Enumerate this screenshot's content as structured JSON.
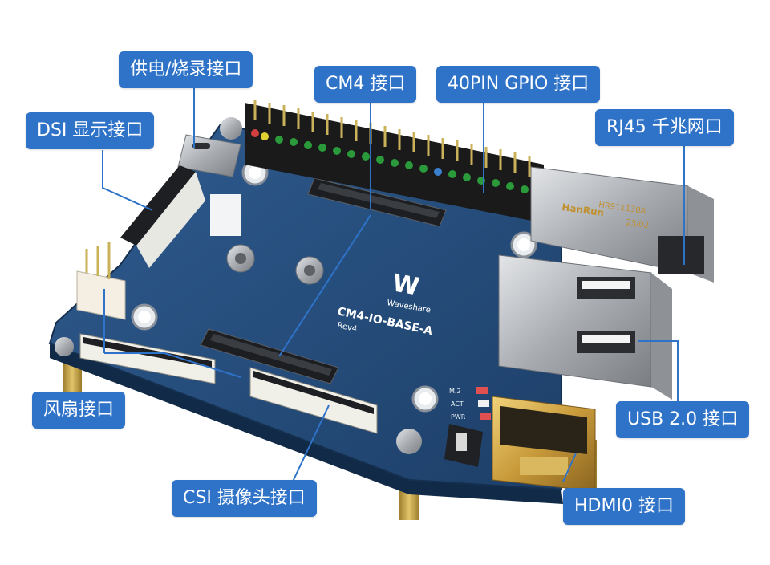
{
  "image": {
    "subject": "Waveshare CM4-IO-BASE-A",
    "board": {
      "logo": "W",
      "logo_sub": "Waveshare",
      "model": "CM4-IO-BASE-A",
      "rev": "Rev4",
      "led_labels": [
        "M.2",
        "ACT",
        "PWR"
      ],
      "rj45_brand": "HanRun",
      "rj45_part": "HR911130A",
      "rj45_date": "23/02"
    },
    "colors": {
      "callout": "#2f73c9",
      "pcb": "#264c7a",
      "pcb_dark": "#173759",
      "gold": "#c8a040",
      "metal": "#b9bcc0"
    }
  },
  "labels": {
    "power": "供电/烧录接口",
    "dsi": "DSI 显示接口",
    "cm4": "CM4 接口",
    "gpio": "40PIN GPIO 接口",
    "rj45": "RJ45 千兆网口",
    "fan": "风扇接口",
    "usb": "USB 2.0 接口",
    "csi": "CSI 摄像头接口",
    "hdmi": "HDMI0 接口"
  }
}
